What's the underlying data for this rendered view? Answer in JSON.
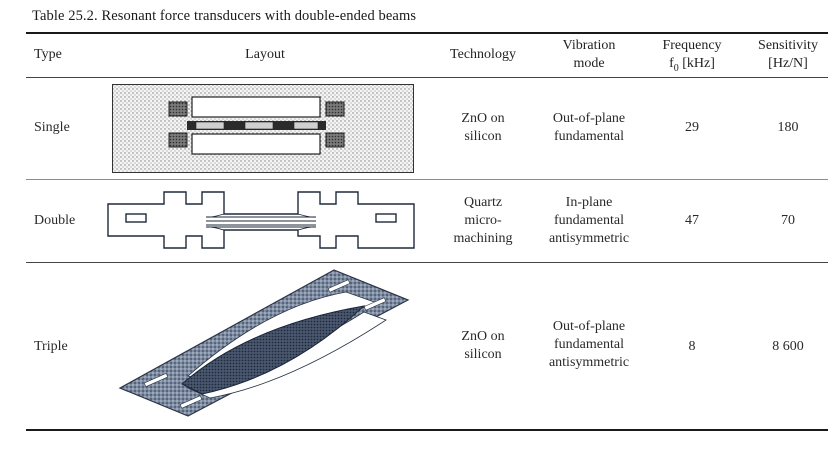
{
  "caption": "Table 25.2.  Resonant force transducers with double-ended beams",
  "headers": {
    "type": "Type",
    "layout": "Layout",
    "technology": "Technology",
    "vibration_line1": "Vibration",
    "vibration_line2": "mode",
    "frequency_line1": "Frequency",
    "frequency_line2": "f",
    "frequency_sub": "0",
    "frequency_unit": " [kHz]",
    "sensitivity_line1": "Sensitivity",
    "sensitivity_line2": "[Hz/N]"
  },
  "rows": [
    {
      "type": "Single",
      "technology": [
        "ZnO on",
        "silicon"
      ],
      "vibration": [
        "Out-of-plane",
        "fundamental"
      ],
      "frequency": "29",
      "sensitivity": "180"
    },
    {
      "type": "Double",
      "technology": [
        "Quartz",
        "micro-",
        "machining"
      ],
      "vibration": [
        "In-plane",
        "fundamental",
        "antisymmetric"
      ],
      "frequency": "47",
      "sensitivity": "70"
    },
    {
      "type": "Triple",
      "technology": [
        "ZnO on",
        "silicon"
      ],
      "vibration": [
        "Out-of-plane",
        "fundamental",
        "antisymmetric"
      ],
      "frequency": "8",
      "sensitivity": "8 600"
    }
  ],
  "colors": {
    "rule": "#1a1a1a",
    "stipple": "#8a8a8a",
    "frame": "#333333",
    "mesh_dark": "#3e4f66",
    "mesh_light": "#dfe4ec"
  }
}
